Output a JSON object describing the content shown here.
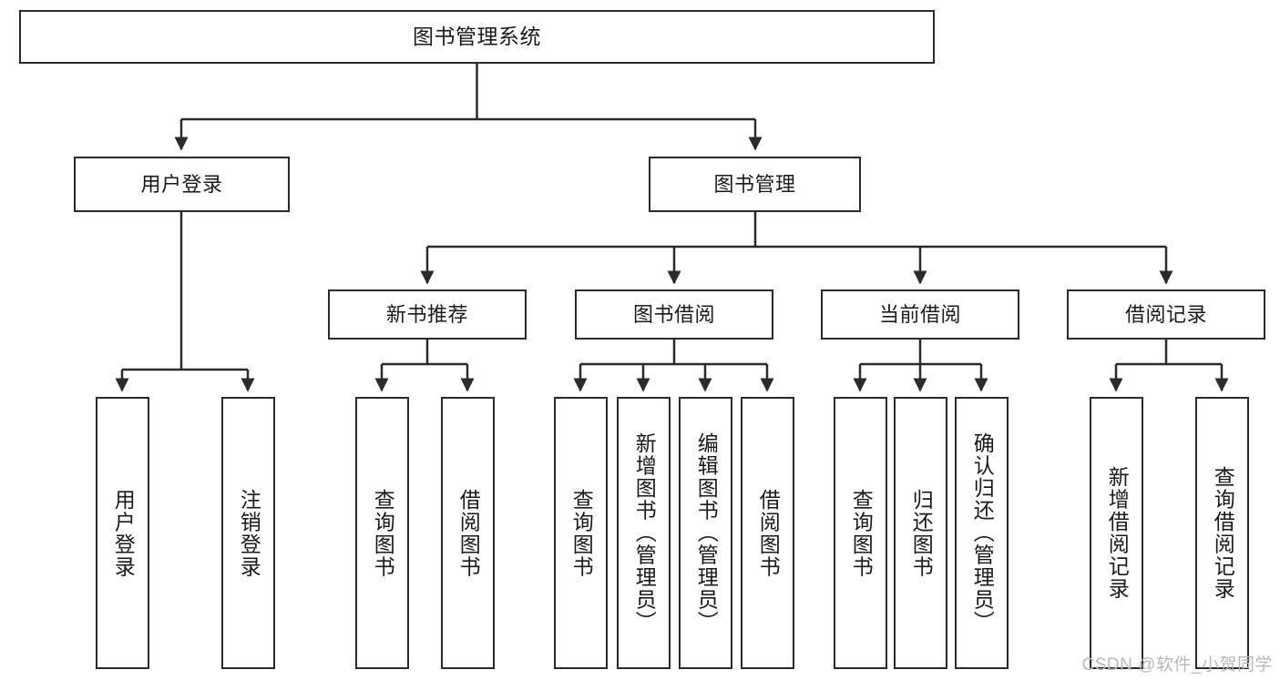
{
  "diagram": {
    "title": "图书管理系统",
    "type": "tree-hierarchy-chart",
    "stroke_color": "#2b2b2b",
    "background_color": "#ffffff",
    "root": {
      "label": "图书管理系统"
    },
    "level2": [
      {
        "label": "用户登录"
      },
      {
        "label": "图书管理"
      }
    ],
    "level3": [
      {
        "label": "新书推荐"
      },
      {
        "label": "图书借阅"
      },
      {
        "label": "当前借阅"
      },
      {
        "label": "借阅记录"
      }
    ],
    "leaves": {
      "user_login": [
        {
          "label": "用户登录"
        },
        {
          "label": "注销登录"
        }
      ],
      "new_book_recommend": [
        {
          "label": "查询图书"
        },
        {
          "label": "借阅图书"
        }
      ],
      "book_borrow": [
        {
          "label": "查询图书"
        },
        {
          "label": "新增图书（管理员）"
        },
        {
          "label": "编辑图书（管理员）"
        },
        {
          "label": "借阅图书"
        }
      ],
      "current_borrow": [
        {
          "label": "查询图书"
        },
        {
          "label": "归还图书"
        },
        {
          "label": "确认归还（管理员）"
        }
      ],
      "borrow_records": [
        {
          "label": "新增借阅记录"
        },
        {
          "label": "查询借阅记录"
        }
      ]
    }
  },
  "watermark": {
    "text": "CSDN @软件_小贺同学"
  }
}
